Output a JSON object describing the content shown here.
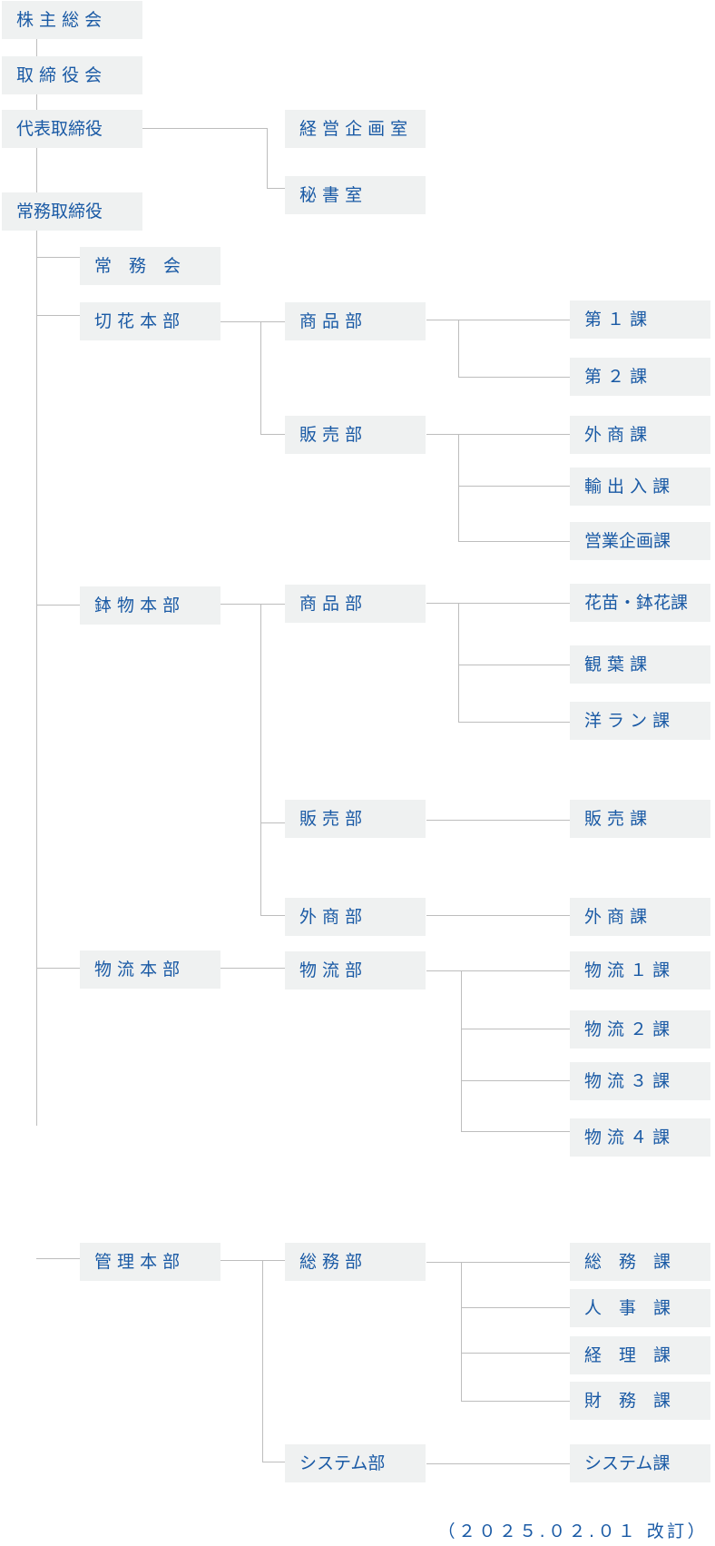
{
  "nodes": {
    "shareholders": "株 主 総 会",
    "board": "取 締 役 会",
    "ceo": "代表取締役",
    "mgmt_planning": "経 営 企 画 室",
    "secretary": "秘 書 室",
    "managing_director": "常務取締役",
    "managing_committee": "常　務　会",
    "cut_hq": "切 花 本 部",
    "cut_products": "商 品 部",
    "cut_sec1": "第 １ 課",
    "cut_sec2": "第 ２ 課",
    "cut_sales": "販 売 部",
    "cut_external": "外 商 課",
    "cut_import_export": "輸 出 入 課",
    "cut_sales_planning": "営業企画課",
    "pot_hq": "鉢 物 本 部",
    "pot_products": "商 品 部",
    "pot_seedlings": "花苗・鉢花課",
    "pot_foliage": "観 葉 課",
    "pot_orchid": "洋 ラ ン 課",
    "pot_sales": "販 売 部",
    "pot_sales_sec": "販 売 課",
    "pot_external_dept": "外 商 部",
    "pot_external_sec": "外 商 課",
    "log_hq": "物 流 本 部",
    "log_dept": "物 流 部",
    "log_sec1": "物 流 １ 課",
    "log_sec2": "物 流 ２ 課",
    "log_sec3": "物 流 ３ 課",
    "log_sec4": "物 流 ４ 課",
    "adm_hq": "管 理 本 部",
    "adm_general_dept": "総 務 部",
    "adm_general_sec": "総　務　課",
    "adm_hr": "人　事　課",
    "adm_accounting": "経　理　課",
    "adm_finance": "財　務　課",
    "adm_system_dept": "システム部",
    "adm_system_sec": "システム課"
  },
  "footer": "（２０２５.０２.０１ 改訂）"
}
